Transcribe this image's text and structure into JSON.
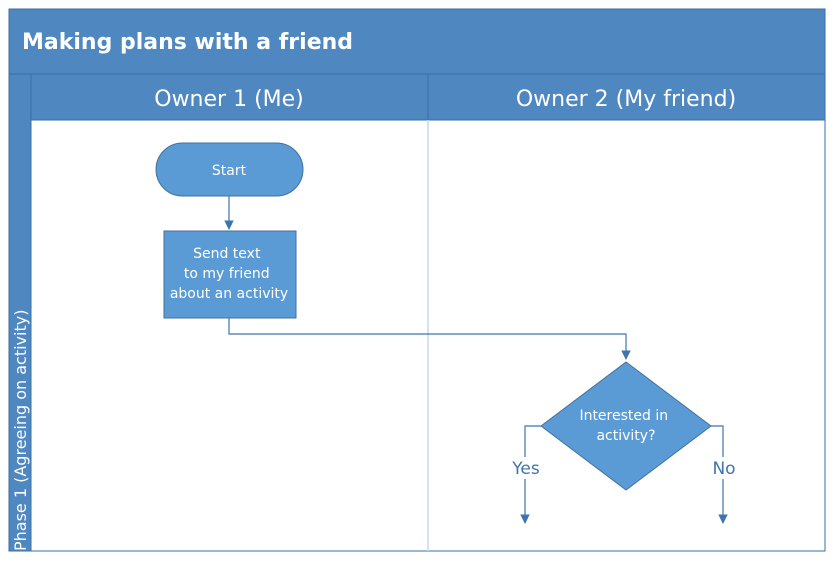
{
  "diagram": {
    "title": "Making plans with a friend",
    "lanes": [
      {
        "label": "Owner 1 (Me)"
      },
      {
        "label": "Owner 2 (My friend)"
      }
    ],
    "phase": {
      "label": "Phase 1 (Agreeing on activity)"
    },
    "nodes": {
      "start": {
        "label": "Start"
      },
      "send_text": {
        "lines": [
          "Send text",
          "to my friend",
          "about an activity"
        ]
      },
      "decision": {
        "lines": [
          "Interested in",
          "activity?"
        ]
      }
    },
    "branches": {
      "yes": "Yes",
      "no": "No"
    },
    "colors": {
      "header": "#4f87c0",
      "shape": "#5b9bd5",
      "border": "#3b6fa6",
      "connector": "#3f74ad",
      "divider": "#c9d9ee"
    }
  }
}
